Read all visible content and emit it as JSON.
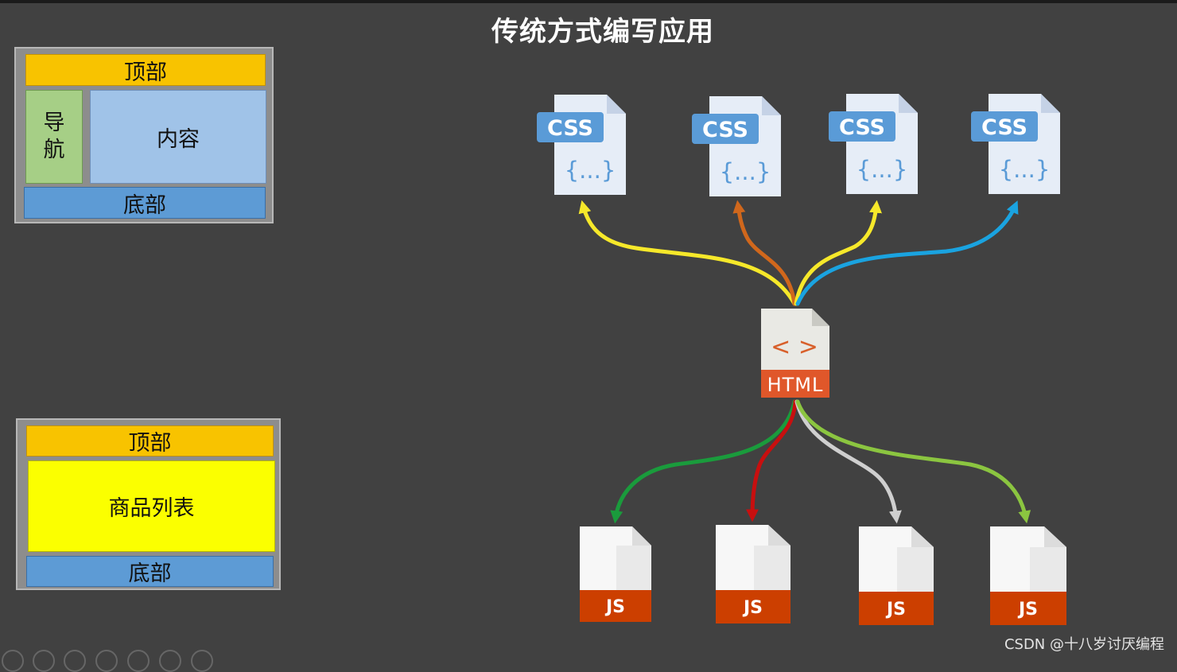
{
  "title": "传统方式编写应用",
  "layout1": {
    "top": "顶部",
    "nav_line1": "导",
    "nav_line2": "航",
    "content": "内容",
    "bottom": "底部"
  },
  "layout2": {
    "top": "顶部",
    "main": "商品列表",
    "bottom": "底部"
  },
  "css_files": [
    {
      "label": "CSS",
      "braces": "{...}",
      "arrow_color": "#f6e82a"
    },
    {
      "label": "CSS",
      "braces": "{...}",
      "arrow_color": "#d0671c"
    },
    {
      "label": "CSS",
      "braces": "{...}",
      "arrow_color": "#f6e82a"
    },
    {
      "label": "CSS",
      "braces": "{...}",
      "arrow_color": "#1aa3e0"
    }
  ],
  "html_file": {
    "label": "HTML",
    "glyph": "< >"
  },
  "js_files": [
    {
      "label": "JS",
      "arrow_color": "#1a9b3c"
    },
    {
      "label": "JS",
      "arrow_color": "#c80f0f"
    },
    {
      "label": "JS",
      "arrow_color": "#cfcfcf"
    },
    {
      "label": "JS",
      "arrow_color": "#8bc540"
    }
  ],
  "colors": {
    "top": "#f8c300",
    "nav": "#a6cf86",
    "content": "#a0c3e8",
    "bottom": "#5d9bd5",
    "main": "#fbff00"
  },
  "watermark": "CSDN @十八岁讨厌编程"
}
